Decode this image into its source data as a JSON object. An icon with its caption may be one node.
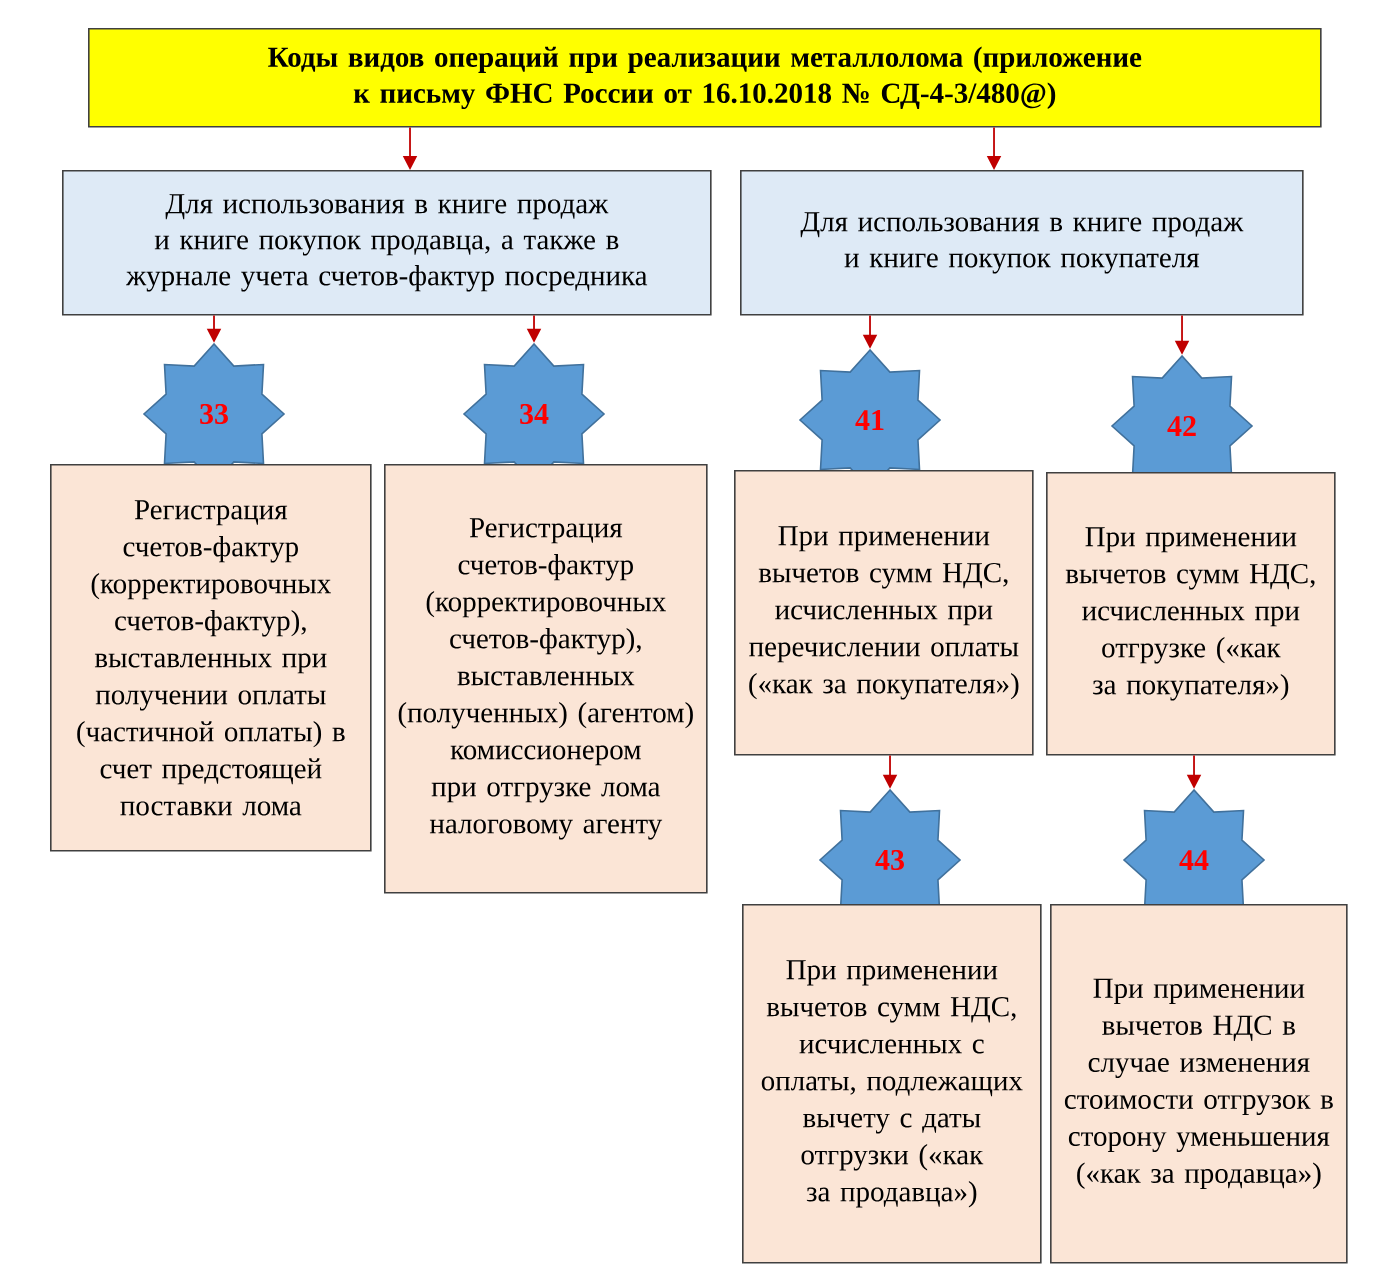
{
  "diagram": {
    "nodes": [
      {
        "text": [
          "Коды видов операций при реализации металлолома (приложение к письму ФНС России от 16.10.2018 № СД-4-3/480@)"
        ]
      },
      {
        "text": [
          "Для использования в книге продаж и книге покупок продавца, а также в журнале учета счетов-фактур посредника"
        ]
      },
      {
        "text": [
          "Для использования в книге продаж и книге покупок покупателя"
        ]
      },
      {
        "text": [
          "33"
        ]
      },
      {
        "text": [
          "34"
        ]
      },
      {
        "text": [
          "41"
        ]
      },
      {
        "text": [
          "42"
        ]
      },
      {
        "text": [
          "Регистрация счетов-фактур (корректировочных счетов-фактур), выставленных при получении оплаты (частичной оплаты) в счет предстоящей поставки лома"
        ]
      },
      {
        "text": [
          "Регистрация счетов-фактур (корректировочных счетов-фактур), выставленных (полученных) (агентом) комиссионером при отгрузке лома налоговому агенту"
        ]
      },
      {
        "text": [
          "При применении вычетов сумм НДС, исчисленных при перечислении оплаты («как за покупателя»)"
        ]
      },
      {
        "text": [
          "При применении вычетов сумм НДС, исчисленных при отгрузке («как за покупателя»)"
        ]
      },
      {
        "text": [
          "43"
        ]
      },
      {
        "text": [
          "44"
        ]
      },
      {
        "text": [
          "При применении вычетов сумм НДС, исчисленных с оплаты, подлежащих вычету с даты отгрузки («как за продавца»)"
        ]
      },
      {
        "text": [
          "При применении вычетов НДС в случае изменения стоимости отгрузок в сторону уменьшения («как за продавца»)"
        ]
      }
    ],
    "edges": [
      {
        "from": 0,
        "to": 1,
        "arrow": "to"
      },
      {
        "from": 0,
        "to": 2,
        "arrow": "to"
      },
      {
        "from": 1,
        "to": 3,
        "arrow": "to"
      },
      {
        "from": 1,
        "to": 4,
        "arrow": "to"
      },
      {
        "from": 2,
        "to": 5,
        "arrow": "to"
      },
      {
        "from": 2,
        "to": 6,
        "arrow": "to"
      },
      {
        "from": 9,
        "to": 11,
        "arrow": "to"
      },
      {
        "from": 10,
        "to": 12,
        "arrow": "to"
      }
    ]
  }
}
